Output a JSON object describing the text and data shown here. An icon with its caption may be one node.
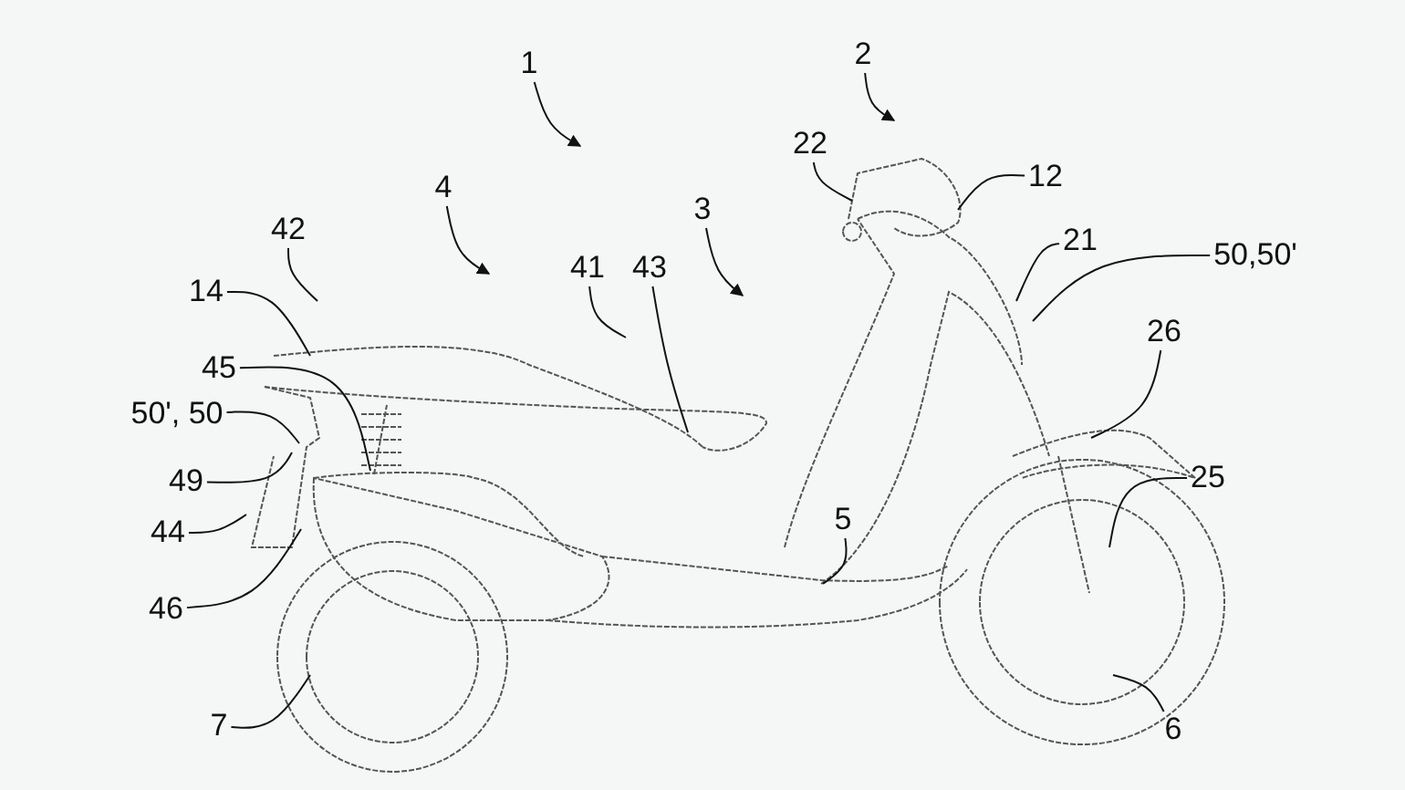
{
  "diagram": {
    "nodes": [
      {
        "text": [
          "1"
        ]
      },
      {
        "text": [
          "2"
        ]
      },
      {
        "text": [
          "4"
        ]
      },
      {
        "text": [
          "3"
        ]
      },
      {
        "text": [
          "42"
        ]
      },
      {
        "text": [
          "41"
        ]
      },
      {
        "text": [
          "43"
        ]
      },
      {
        "text": [
          "22"
        ]
      },
      {
        "text": [
          "12"
        ]
      },
      {
        "text": [
          "21"
        ]
      },
      {
        "text": [
          "50,50'"
        ]
      },
      {
        "text": [
          "26"
        ]
      },
      {
        "text": [
          "14"
        ]
      },
      {
        "text": [
          "45"
        ]
      },
      {
        "text": [
          "50', 50"
        ]
      },
      {
        "text": [
          "49"
        ]
      },
      {
        "text": [
          "5"
        ]
      },
      {
        "text": [
          "25"
        ]
      },
      {
        "text": [
          "44"
        ]
      },
      {
        "text": [
          "46"
        ]
      },
      {
        "text": [
          "7"
        ]
      },
      {
        "text": [
          "6"
        ]
      }
    ],
    "edges": [
      {
        "from": 0,
        "to": null,
        "arrow": "to"
      },
      {
        "from": 1,
        "to": null,
        "arrow": "to"
      },
      {
        "from": 2,
        "to": null,
        "arrow": "to"
      },
      {
        "from": 3,
        "to": null,
        "arrow": "to"
      },
      {
        "from": 4,
        "to": null,
        "arrow": "none"
      },
      {
        "from": 5,
        "to": null,
        "arrow": "none"
      },
      {
        "from": 6,
        "to": null,
        "arrow": "none"
      },
      {
        "from": 7,
        "to": null,
        "arrow": "none"
      },
      {
        "from": 8,
        "to": null,
        "arrow": "none"
      },
      {
        "from": 9,
        "to": null,
        "arrow": "none"
      },
      {
        "from": 10,
        "to": null,
        "arrow": "none"
      },
      {
        "from": 11,
        "to": null,
        "arrow": "none"
      },
      {
        "from": 12,
        "to": null,
        "arrow": "none"
      },
      {
        "from": 13,
        "to": null,
        "arrow": "none"
      },
      {
        "from": 14,
        "to": null,
        "arrow": "none"
      },
      {
        "from": 15,
        "to": null,
        "arrow": "none"
      },
      {
        "from": 16,
        "to": null,
        "arrow": "none"
      },
      {
        "from": 17,
        "to": null,
        "arrow": "none"
      },
      {
        "from": 18,
        "to": null,
        "arrow": "none"
      },
      {
        "from": 19,
        "to": null,
        "arrow": "none"
      },
      {
        "from": 20,
        "to": null,
        "arrow": "none"
      },
      {
        "from": 21,
        "to": null,
        "arrow": "none"
      }
    ]
  }
}
